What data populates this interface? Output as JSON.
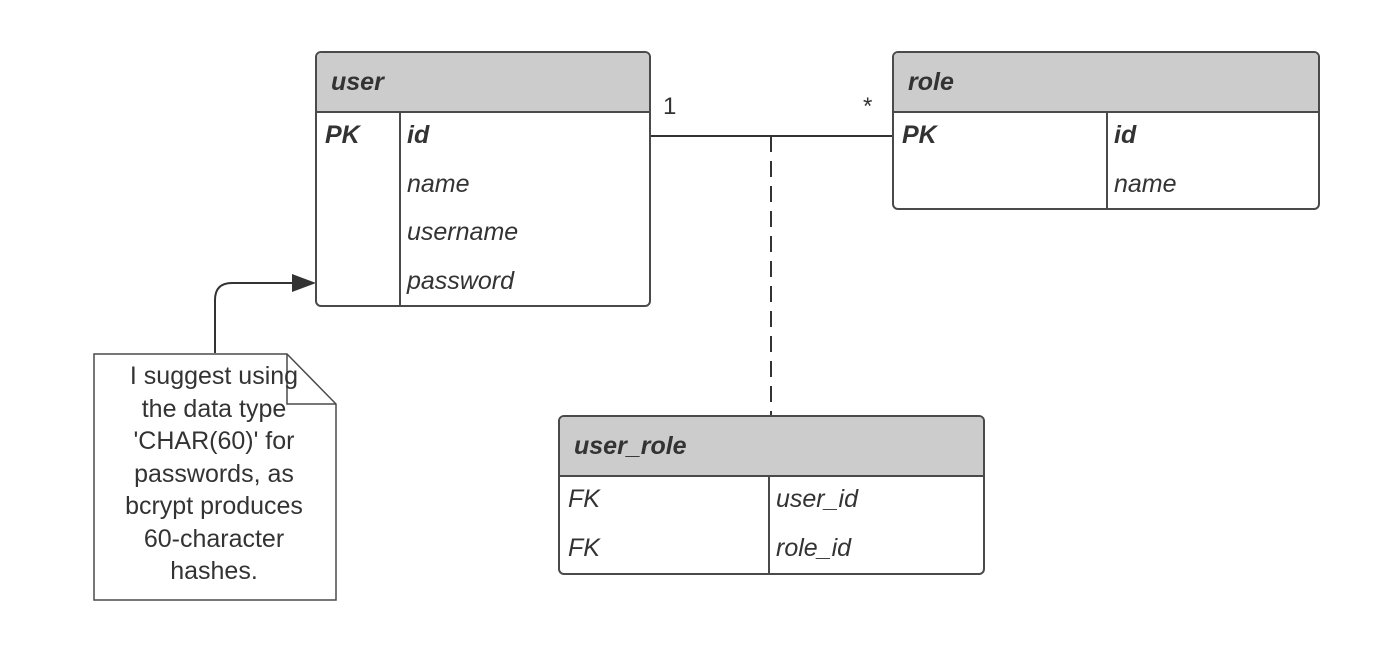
{
  "entities": {
    "user": {
      "name": "user",
      "rows": [
        {
          "key": "PK",
          "field": "id"
        },
        {
          "key": "",
          "field": "name"
        },
        {
          "key": "",
          "field": "username"
        },
        {
          "key": "",
          "field": "password"
        }
      ]
    },
    "role": {
      "name": "role",
      "rows": [
        {
          "key": "PK",
          "field": "id"
        },
        {
          "key": "",
          "field": "name"
        }
      ]
    },
    "user_role": {
      "name": "user_role",
      "rows": [
        {
          "key": "FK",
          "field": "user_id"
        },
        {
          "key": "FK",
          "field": "role_id"
        }
      ]
    }
  },
  "relationship": {
    "user_multiplicity": "1",
    "role_multiplicity": "*"
  },
  "note": {
    "text": "I suggest using\nthe data type\n 'CHAR(60)' for\npasswords, as\nbcrypt produces\n60-character\nhashes."
  },
  "colors": {
    "header_fill": "#cccccc",
    "border": "#4a4a4a",
    "text": "#333333"
  }
}
